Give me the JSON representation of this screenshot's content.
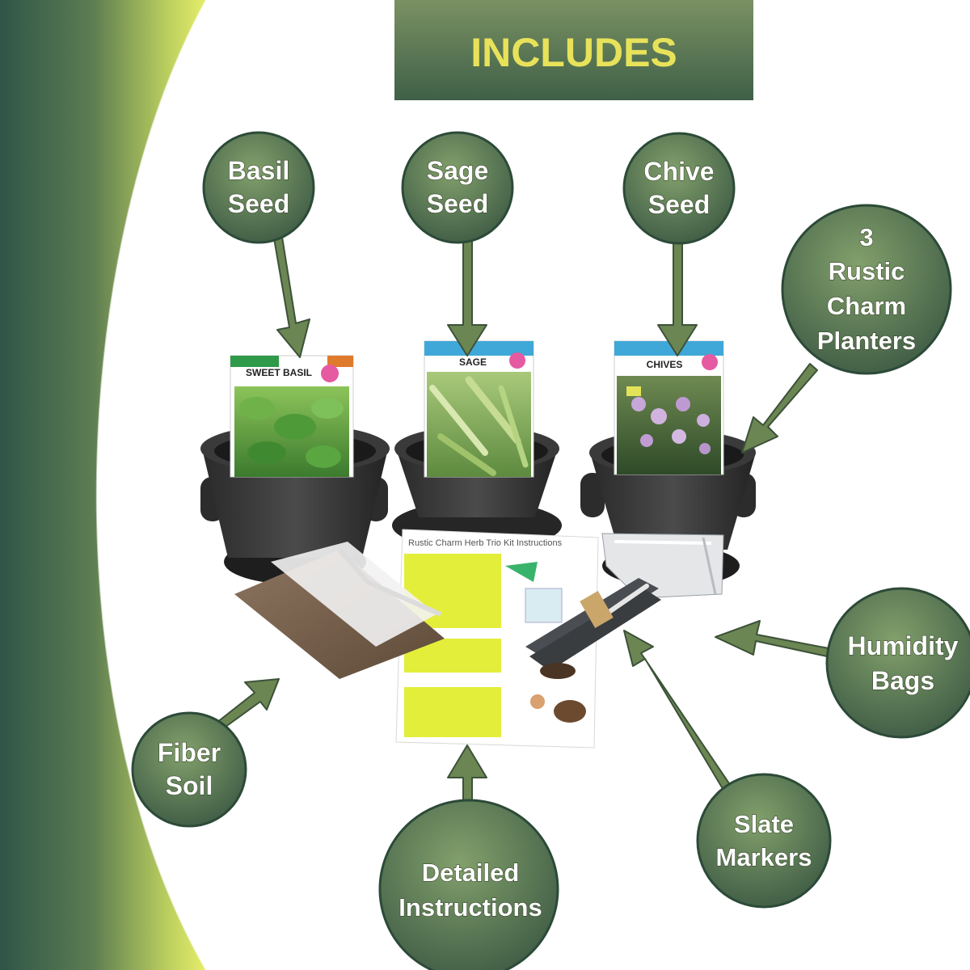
{
  "banner": {
    "title": "INCLUDES"
  },
  "callouts": {
    "basil": [
      "Basil",
      "Seed"
    ],
    "sage": [
      "Sage",
      "Seed"
    ],
    "chive": [
      "Chive",
      "Seed"
    ],
    "planters": [
      "3",
      "Rustic",
      "Charm",
      "Planters"
    ],
    "humidity": [
      "Humidity",
      "Bags"
    ],
    "fiber": [
      "Fiber",
      "Soil"
    ],
    "instructions": [
      "Detailed",
      "Instructions"
    ],
    "slate": [
      "Slate",
      "Markers"
    ]
  },
  "packets": {
    "basil": "SWEET BASIL",
    "sage": "SAGE",
    "chive": "CHIVES"
  },
  "instruction_sheet": {
    "title": "Rustic Charm Herb Trio Kit Instructions"
  },
  "colors": {
    "banner_top": "#7a9162",
    "banner_bottom": "#3f6048",
    "banner_text": "#e8e25a",
    "circle_light": "#7d9a67",
    "circle_dark": "#3e5b45",
    "arrow": "#6b8653",
    "arc_green": "#e6ee6a",
    "edge_dark": "#355a4a"
  }
}
